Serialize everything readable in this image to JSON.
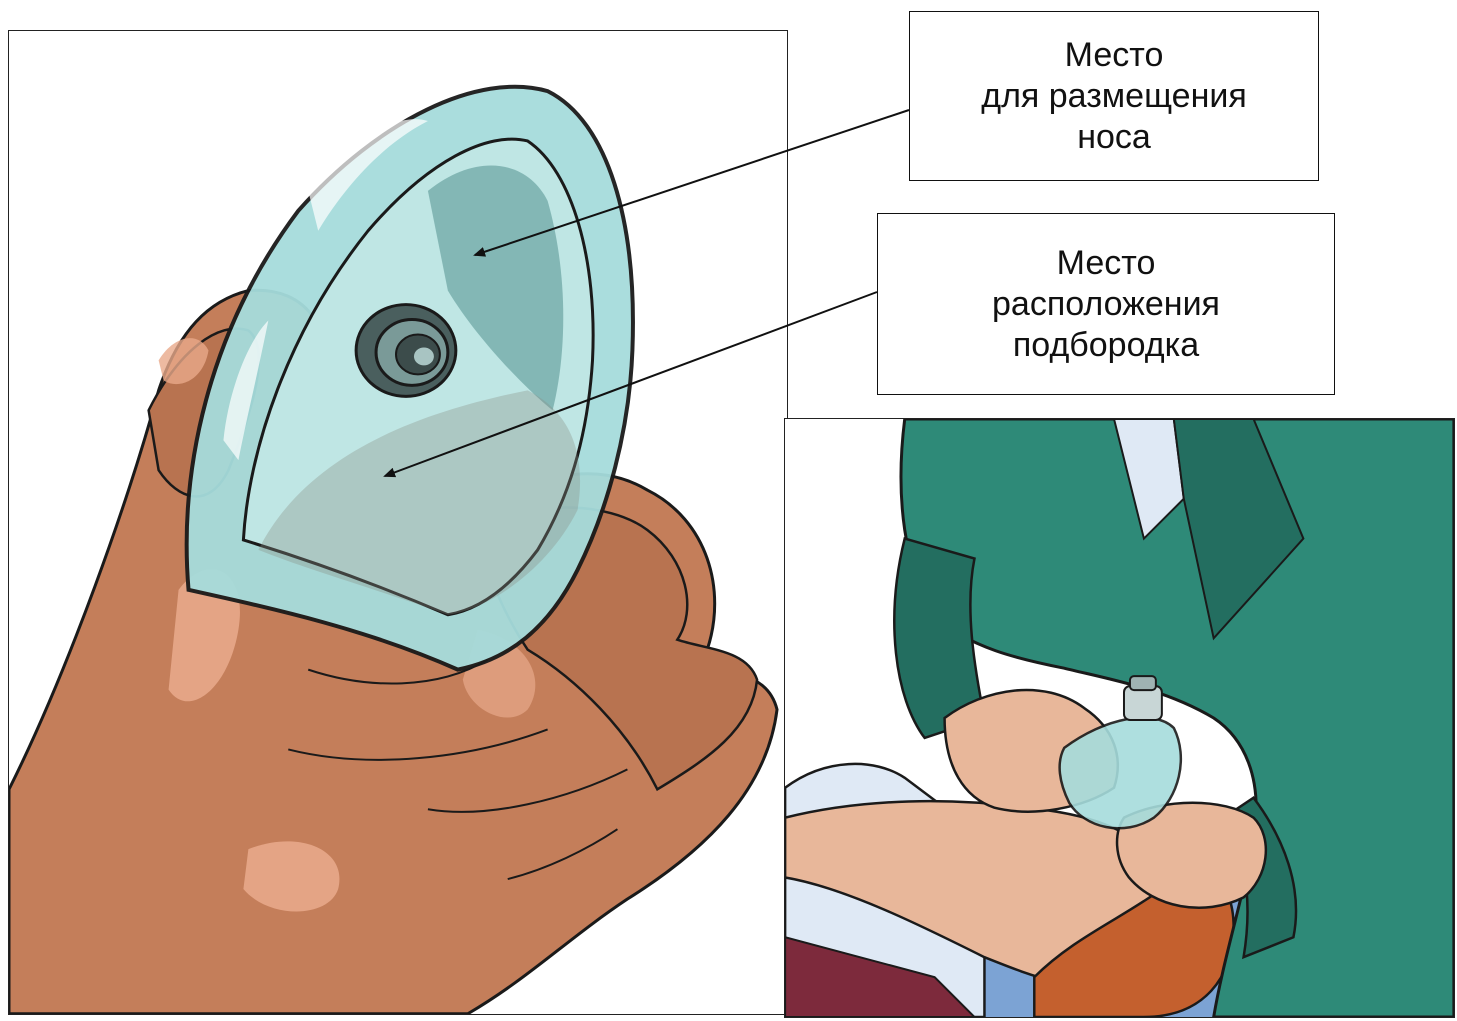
{
  "callouts": {
    "nose": {
      "line1": "Место",
      "line2": "для размещения",
      "line3": "носа"
    },
    "chin": {
      "line1": "Место",
      "line2": "расположения",
      "line3": "подбородка"
    }
  },
  "colors": {
    "skin": "#c47e5a",
    "skin_highlight": "#e8a98a",
    "mask": "#a6dcdc",
    "mask_shadow": "#6fa7a6",
    "jacket": "#2e8a78",
    "shirt": "#dfe9f5",
    "hair": "#c4602e",
    "tie": "#7d2a3c",
    "floor": "#7ca3d4"
  }
}
